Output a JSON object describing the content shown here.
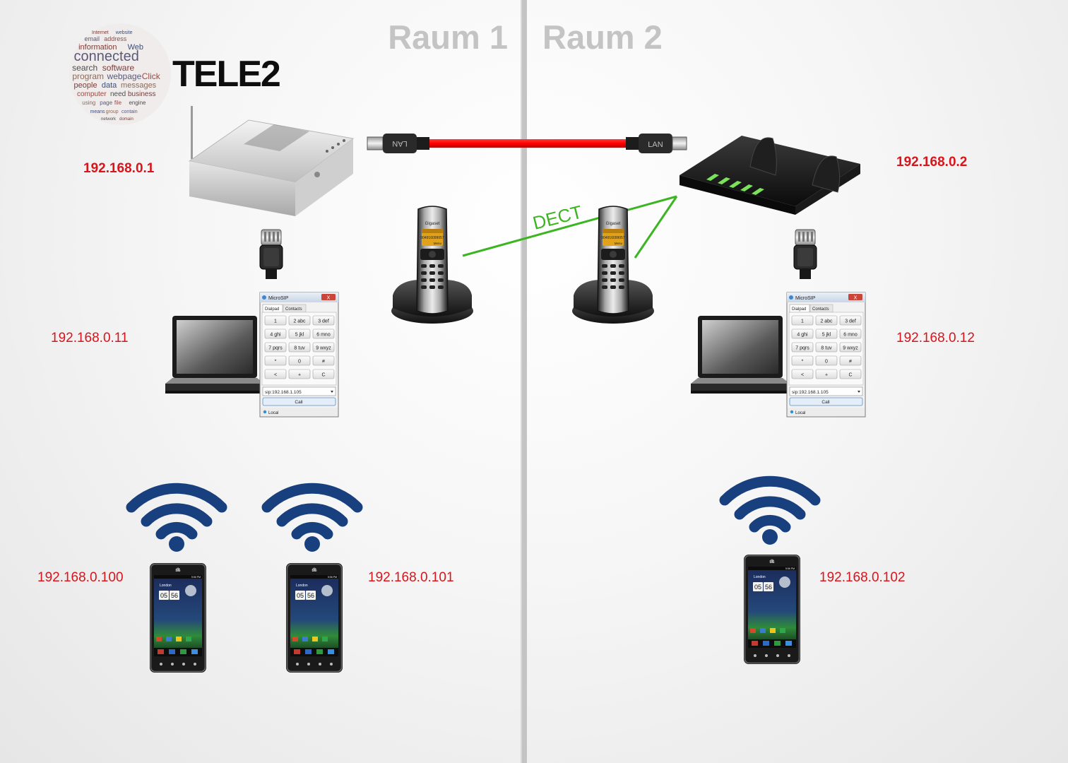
{
  "rooms": {
    "left": "Raum 1",
    "right": "Raum 2"
  },
  "brand": {
    "logo_text": "TELE2",
    "word_cloud": [
      "Internet",
      "website",
      "email",
      "address",
      "information",
      "Web",
      "connected",
      "search",
      "software",
      "program",
      "webpage",
      "Click",
      "people",
      "data",
      "messages",
      "computer",
      "need",
      "business",
      "using",
      "page",
      "file",
      "engine",
      "means",
      "group",
      "contain",
      "network",
      "domain"
    ]
  },
  "cable": {
    "plug_left_label": "LAN",
    "plug_right_label": "LAN"
  },
  "dect_label": "DECT",
  "devices": {
    "router_left_ip": "192.168.0.1",
    "router_right_ip": "192.168.0.2",
    "laptop_left_ip": "192.168.0.11",
    "laptop_right_ip": "192.168.0.12",
    "phone_1_ip": "192.168.0.100",
    "phone_2_ip": "192.168.0.101",
    "phone_3_ip": "192.168.0.102"
  },
  "handset": {
    "brand": "Gigaset",
    "display_number": "004916099057",
    "softkey": "Menu"
  },
  "softphone": {
    "title": "MicroSIP",
    "close": "X",
    "tabs": [
      "Dialpad",
      "Contacts"
    ],
    "keys": [
      "1",
      "2 abc",
      "3 def",
      "4 ghi",
      "5 jkl",
      "6 mno",
      "7 pqrs",
      "8 tuv",
      "9 wxyz",
      "*",
      "0",
      "#",
      "<",
      "+",
      "C"
    ],
    "address": "sip:192.168.1.105",
    "call_label": "Call",
    "status": "Local"
  },
  "smartphone": {
    "brand": "LG",
    "city": "London",
    "hour": "05",
    "minute": "56",
    "time": "5:56 PM"
  },
  "colors": {
    "ip_red": "#d9141b",
    "cable_red": "#ff0000",
    "dect_green": "#3bb521",
    "wifi_blue": "#18407f",
    "room_gray": "#c4c4c4"
  }
}
